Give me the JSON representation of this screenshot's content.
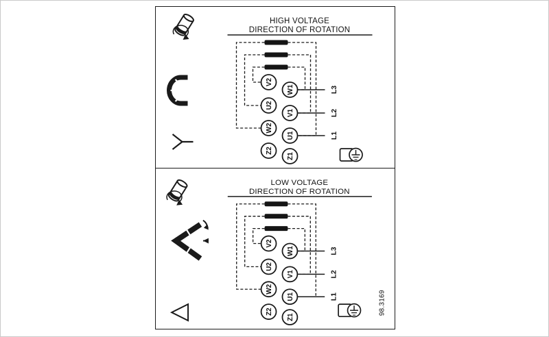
{
  "figure": {
    "number": "98.3169"
  },
  "colors": {
    "ink": "#1a1a1a",
    "background": "#ffffff",
    "outer_border": "#c9c9c9"
  },
  "panels": [
    {
      "id": "high-voltage",
      "title": "HIGH VOLTAGE",
      "subtitle": "DIRECTION OF ROTATION",
      "connection": "star",
      "icons": [
        "rotation-direction-icon",
        "jumper-bars-stacked-icon",
        "star-connection-icon",
        "earth-ground-icon"
      ],
      "terminals_left": [
        "V2",
        "U2",
        "W2",
        "Z2"
      ],
      "terminals_right": [
        "W1",
        "V1",
        "U1",
        "Z1"
      ],
      "supply_lines": [
        "L3",
        "L2",
        "L1"
      ]
    },
    {
      "id": "low-voltage",
      "title": "LOW VOLTAGE",
      "subtitle": "DIRECTION OF ROTATION",
      "connection": "delta",
      "icons": [
        "rotation-direction-icon",
        "jumper-bars-angled-icon",
        "delta-connection-icon",
        "earth-ground-icon"
      ],
      "terminals_left": [
        "V2",
        "U2",
        "W2",
        "Z2"
      ],
      "terminals_right": [
        "W1",
        "V1",
        "U1",
        "Z1"
      ],
      "supply_lines": [
        "L3",
        "L2",
        "L1"
      ]
    }
  ]
}
